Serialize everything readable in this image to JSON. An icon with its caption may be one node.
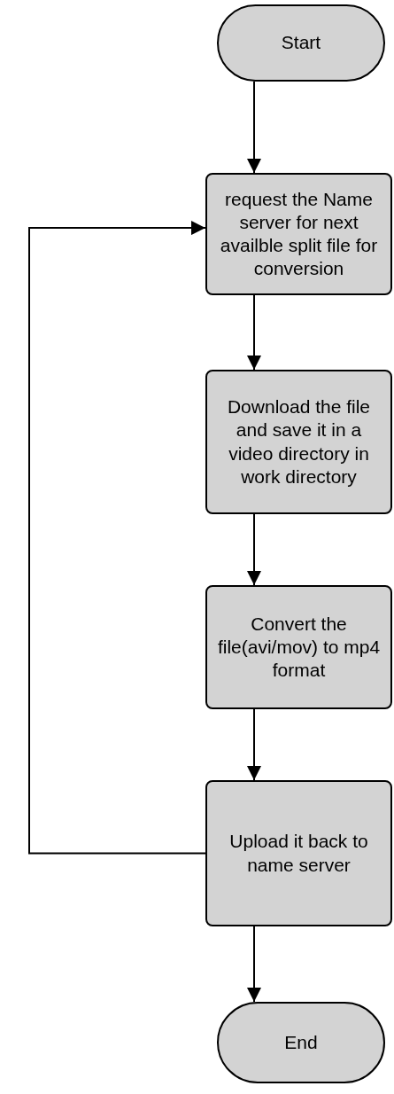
{
  "diagram": {
    "nodes": [
      {
        "text": [
          "Start"
        ]
      },
      {
        "text": [
          "request the Name server for next availble split file for conversion"
        ]
      },
      {
        "text": [
          "Download the file and save it in a video directory in work directory"
        ]
      },
      {
        "text": [
          "Convert the file(avi/mov) to mp4 format"
        ]
      },
      {
        "text": [
          "Upload it back to name server"
        ]
      },
      {
        "text": [
          "End"
        ]
      }
    ],
    "edges": [
      {
        "from": 0,
        "to": 1,
        "arrow": "to"
      },
      {
        "from": 1,
        "to": 2,
        "arrow": "to"
      },
      {
        "from": 2,
        "to": 3,
        "arrow": "to"
      },
      {
        "from": 3,
        "to": 4,
        "arrow": "to"
      },
      {
        "from": 4,
        "to": 5,
        "arrow": "to"
      },
      {
        "from": 4,
        "to": 1,
        "arrow": "to"
      }
    ]
  }
}
